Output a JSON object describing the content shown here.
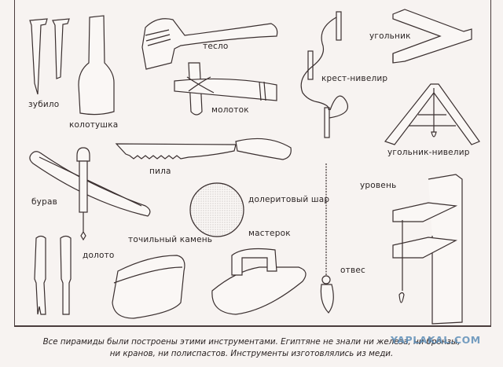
{
  "labels": {
    "zubilo": "зубило",
    "kolotushka": "колотушка",
    "teslo": "тесло",
    "molotok": "молоток",
    "krest_nivelir": "крест-нивелир",
    "ugolnik": "угольник",
    "ugolnik_nivelir": "угольник-нивелир",
    "pila": "пила",
    "burav": "бурав",
    "doleritovy_shar": "долеритовый шар",
    "uroven": "уровень",
    "tochilny_kamen": "точильный камень",
    "masterok": "мастерок",
    "doloto": "долото",
    "otves": "отвес"
  },
  "caption": {
    "line1": "Все пирамиды были построены этими инструментами. Египтяне не знали ни железа, ни бронзы,",
    "line2": "ни кранов, ни полиспастов. Инструменты изготовлялись из меди."
  },
  "watermark": "YAPLAKAL.COM",
  "colors": {
    "paper": "#f7f3f1",
    "ink": "#2b2424",
    "watermark": "#5f8fb8"
  }
}
